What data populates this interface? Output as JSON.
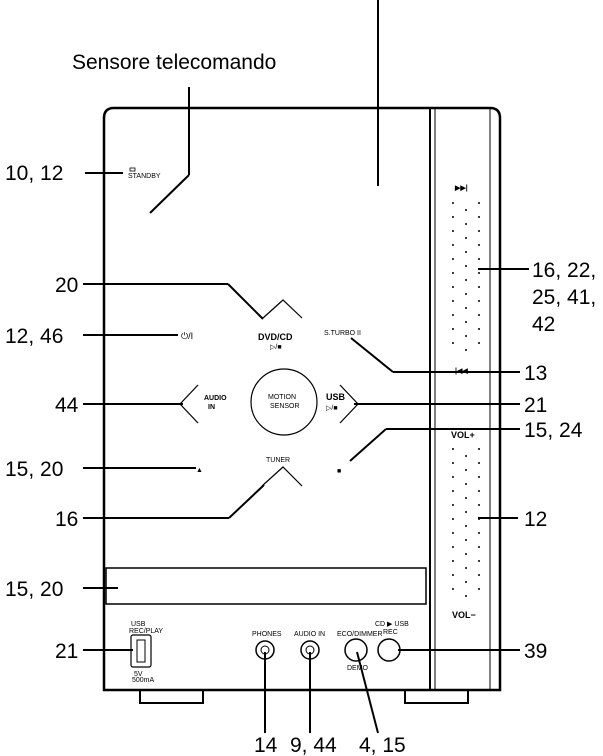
{
  "title": "Sensore telecomando",
  "callouts": {
    "standby_ref": "10, 12",
    "dvdcd_ref": "20",
    "power_ref": "12, 46",
    "audioin_ref": "44",
    "eject_ref": "15, 20",
    "tuner_ref": "16",
    "tray_ref": "15, 20",
    "usbport_ref": "21",
    "skip_ref_1": "16, 22,",
    "skip_ref_2": "25, 41,",
    "skip_ref_3": "42",
    "sturbo_ref": "13",
    "usb_ref": "21",
    "stop_ref": "15, 24",
    "volume_ref": "12",
    "cdusb_ref": "39",
    "phones_ref": "14",
    "jack_audioin_ref": "9, 44",
    "eco_ref": "4, 15"
  },
  "panel": {
    "standby": "STANDBY",
    "dvd_cd": "DVD/CD",
    "play_pause": "▷/■",
    "power_symbol": "⏻/I",
    "audio": "AUDIO",
    "in": "IN",
    "motion": "MOTION",
    "sensor": "SENSOR",
    "usb": "USB",
    "usb_play": "▷/■",
    "sturbo": "S.TURBO II",
    "eject": "▲",
    "stop": "■",
    "tuner": "TUNER",
    "next": "▶▶|",
    "prev": "|◀◀",
    "vol_plus": "VOL+",
    "vol_minus": "VOL−",
    "usb_port_label": "USB",
    "rec_play": "REC/PLAY",
    "spec_5v": "5V",
    "spec_ma": "500mA",
    "phones": "PHONES",
    "audio_in": "AUDIO IN",
    "eco_dimmer": "ECO/DIMMER",
    "demo": "DEMO",
    "cd_usb": "CD ▶ USB",
    "rec": "REC"
  }
}
